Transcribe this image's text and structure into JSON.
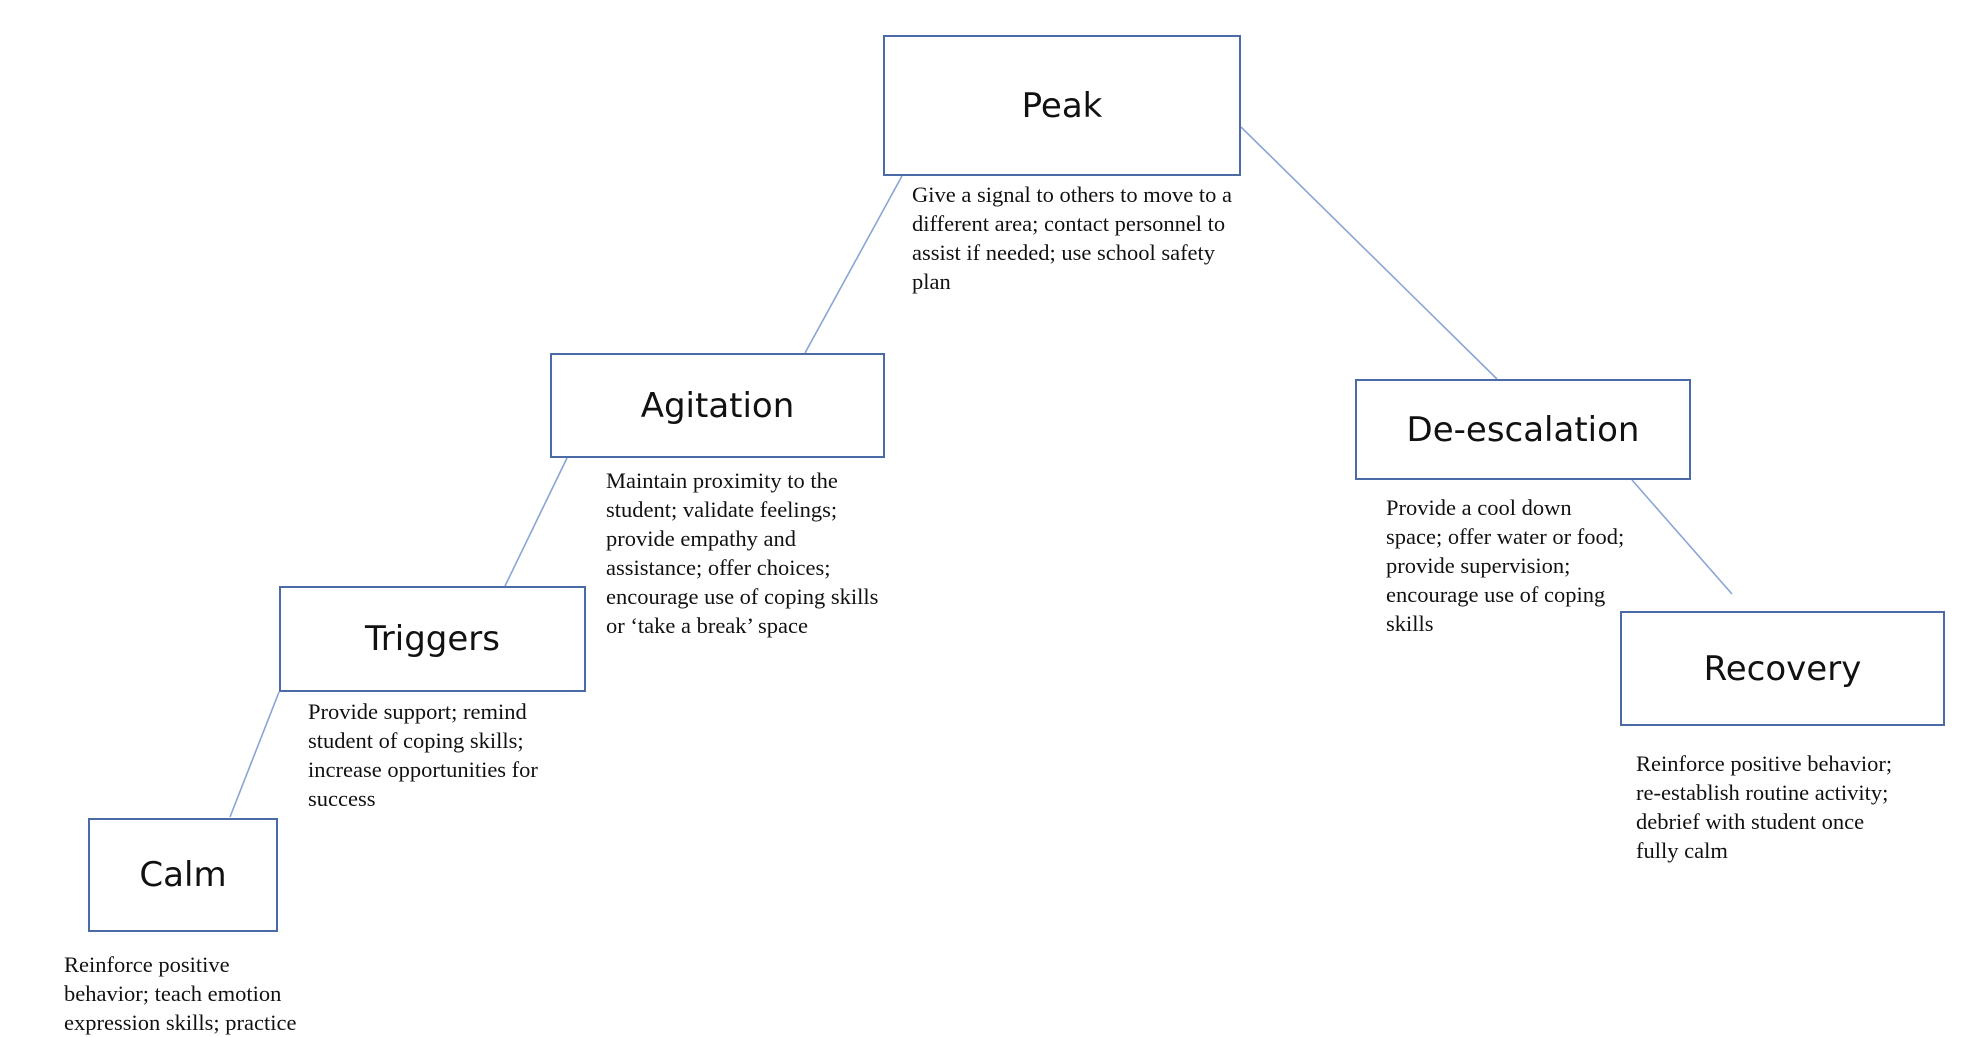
{
  "colors": {
    "box_border": "#4a6aa8",
    "connector": "#8aa4d6",
    "text": "#111111"
  },
  "stages": {
    "peak": {
      "title": "Peak",
      "lines": [
        "Give a signal to others to move to a",
        "different area; contact personnel to",
        "assist if needed; use school safety",
        "plan"
      ]
    },
    "agitation": {
      "title": "Agitation",
      "lines": [
        "Maintain proximity to the",
        "student; validate feelings;",
        "provide empathy and",
        "assistance; offer choices;",
        "encourage use of coping skills",
        "or ‘take a break’ space"
      ]
    },
    "triggers": {
      "title": "Triggers",
      "lines": [
        "Provide support; remind",
        "student of coping skills;",
        "increase opportunities for",
        "success"
      ]
    },
    "calm": {
      "title": "Calm",
      "lines": [
        "Reinforce positive",
        "behavior; teach emotion",
        "expression skills; practice"
      ]
    },
    "deescalation": {
      "title": "De-escalation",
      "lines": [
        "Provide a cool down",
        "space; offer water or food;",
        "provide supervision;",
        "encourage use of coping",
        "skills"
      ]
    },
    "recovery": {
      "title": "Recovery",
      "lines": [
        "Reinforce positive behavior;",
        "re-establish routine activity;",
        "debrief with student once",
        "fully calm"
      ]
    }
  }
}
